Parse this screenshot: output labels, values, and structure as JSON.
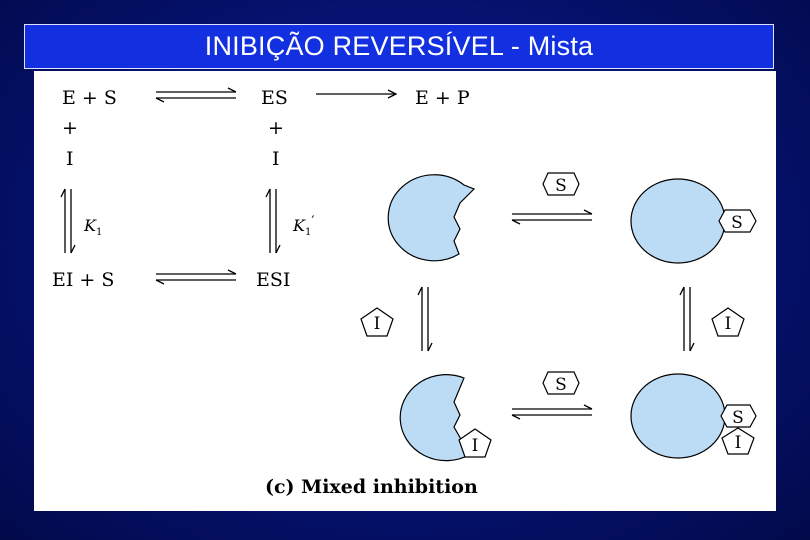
{
  "slide": {
    "title": "INIBIÇÃO REVERSÍVEL - Mista"
  },
  "scheme": {
    "e_plus_s": "E + S",
    "es": "ES",
    "e_plus_p": "E + P",
    "plus": "+",
    "inhibitor": "I",
    "k1": "K",
    "k1_sub": "1",
    "k1_prime": "K",
    "k1_prime_sub": "1",
    "prime": "′",
    "ei_plus_s": "EI + S",
    "esi": "ESI"
  },
  "illustration": {
    "substrate_label": "S",
    "inhibitor_label": "I",
    "caption": "(c) Mixed inhibition",
    "enzyme_color": "#bcdcf6"
  }
}
